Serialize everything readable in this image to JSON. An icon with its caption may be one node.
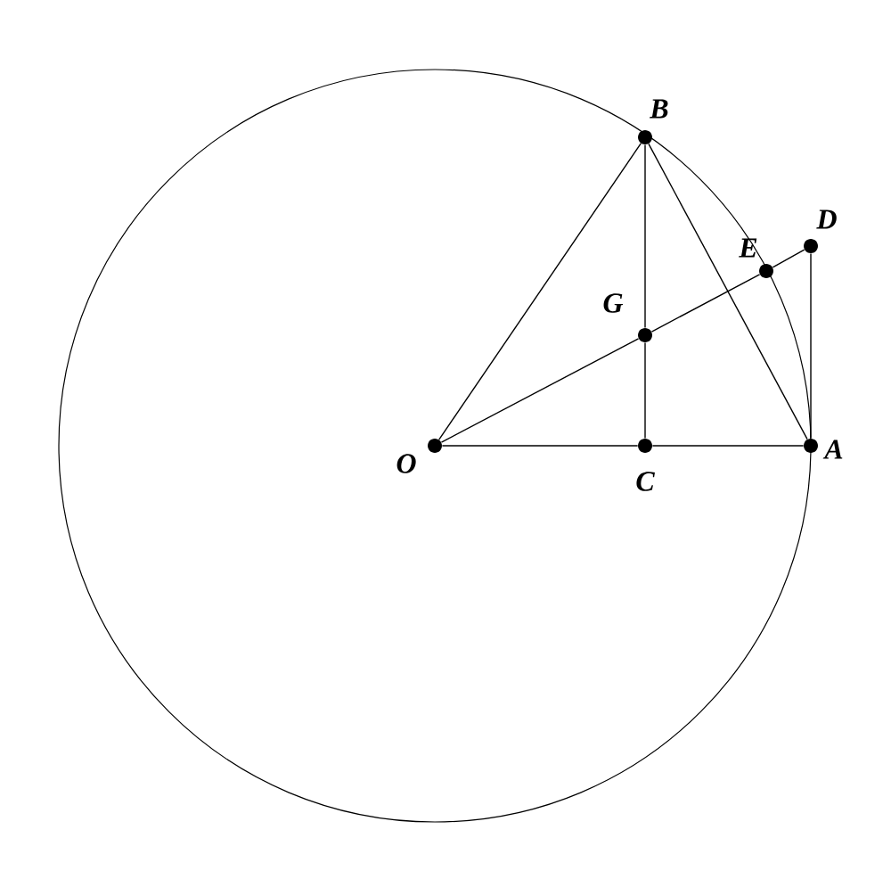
{
  "diagram": {
    "nodes": [
      {
        "text": [
          "B"
        ]
      },
      {
        "text": [
          "D"
        ]
      },
      {
        "text": [
          "E"
        ]
      },
      {
        "text": [
          "G"
        ]
      },
      {
        "text": [
          "O"
        ]
      },
      {
        "text": [
          "A"
        ]
      },
      {
        "text": [
          "C"
        ]
      }
    ],
    "edges": [
      {
        "from": 4,
        "to": 6,
        "arrow": "none"
      },
      {
        "from": 6,
        "to": 5,
        "arrow": "none"
      },
      {
        "from": 0,
        "to": 3,
        "arrow": "none"
      },
      {
        "from": 3,
        "to": 6,
        "arrow": "none"
      },
      {
        "from": 4,
        "to": 0,
        "arrow": "none"
      },
      {
        "from": 0,
        "to": 5,
        "arrow": "none"
      },
      {
        "from": 4,
        "to": 3,
        "arrow": "none"
      },
      {
        "from": 3,
        "to": 2,
        "arrow": "none"
      },
      {
        "from": 2,
        "to": 1,
        "arrow": "none"
      },
      {
        "from": 1,
        "to": 5,
        "arrow": "none"
      }
    ]
  }
}
